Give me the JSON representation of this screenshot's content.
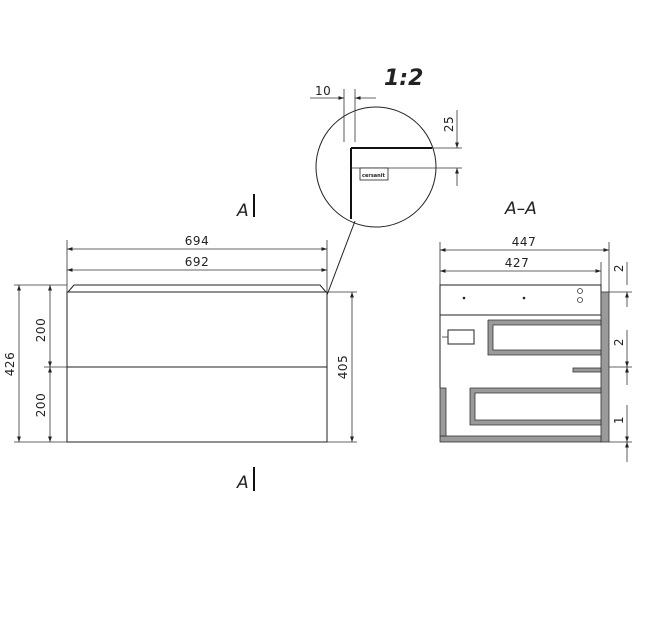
{
  "detail": {
    "scale_label": "1:2",
    "dim_thickness": "10",
    "dim_edge": "25",
    "logo_text": "cersanit"
  },
  "front_view": {
    "section_mark_top": "A",
    "section_mark_bottom": "A",
    "dim_width_top": "694",
    "dim_width_body": "692",
    "dim_height_total": "426",
    "dim_drawer_upper": "200",
    "dim_drawer_lower": "200",
    "dim_height_body": "405"
  },
  "section_view": {
    "title": "A–A",
    "dim_depth_top": "447",
    "dim_depth_body": "427",
    "dim_side_1": "2",
    "dim_side_2": "2",
    "dim_side_3": "1"
  }
}
